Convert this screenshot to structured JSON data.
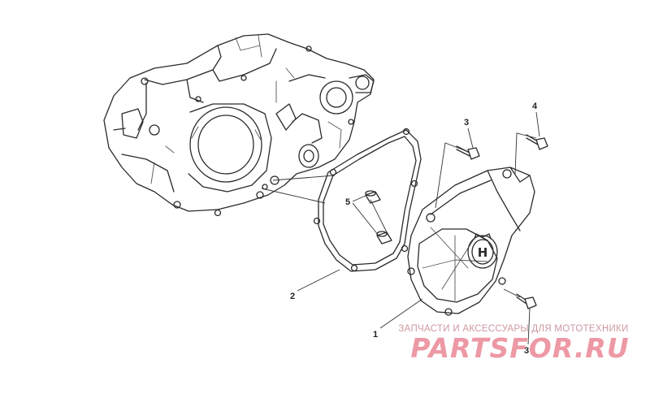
{
  "diagram": {
    "callouts": [
      {
        "id": "callout-1",
        "number": "1"
      },
      {
        "id": "callout-2",
        "number": "2"
      },
      {
        "id": "callout-3-top",
        "number": "3"
      },
      {
        "id": "callout-3-bottom",
        "number": "3"
      },
      {
        "id": "callout-4",
        "number": "4"
      },
      {
        "id": "callout-5",
        "number": "5"
      }
    ],
    "logo_letter": "H"
  },
  "watermark": {
    "subtitle": "ЗАПЧАСТИ И АКСЕССУАРЫ ДЛЯ МОТОТЕХНИКИ",
    "brand": "PARTSFOR.RU",
    "color": "#ec8f9c"
  }
}
